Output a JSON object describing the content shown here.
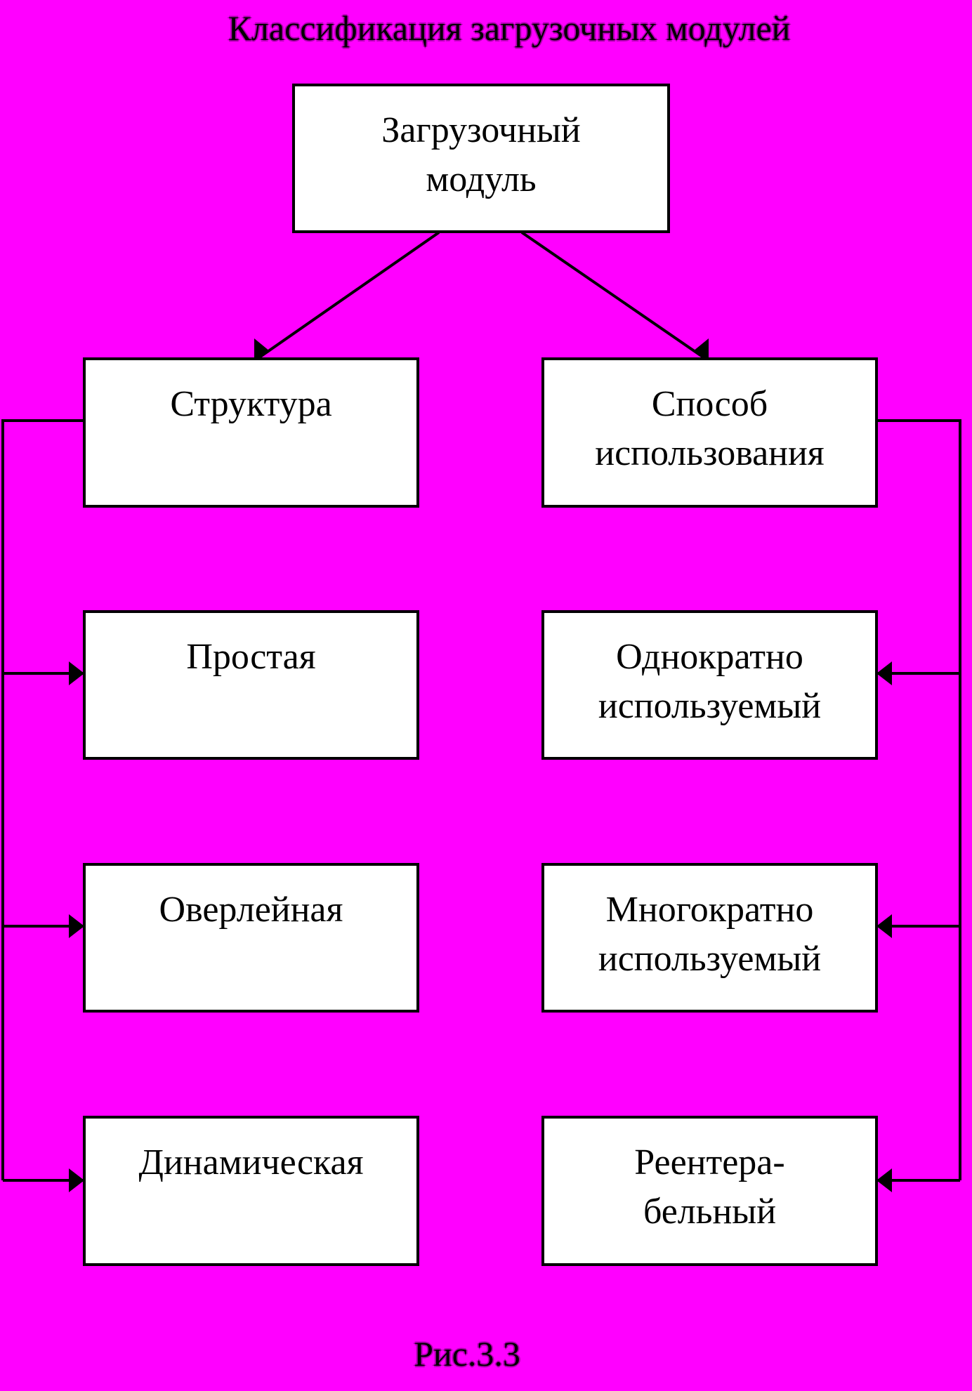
{
  "title": "Классификация загрузочных модулей",
  "root": "Загрузочный\nмодуль",
  "left_branch": {
    "header": "Структура",
    "items": [
      "Простая",
      "Оверлейная",
      "Динамическая"
    ]
  },
  "right_branch": {
    "header": "Способ\nиспользования",
    "items": [
      "Однократно\nиспользуемый",
      "Многократно\nиспользуемый",
      "Реентера-\nбельный"
    ]
  },
  "caption": "Рис.3.3"
}
